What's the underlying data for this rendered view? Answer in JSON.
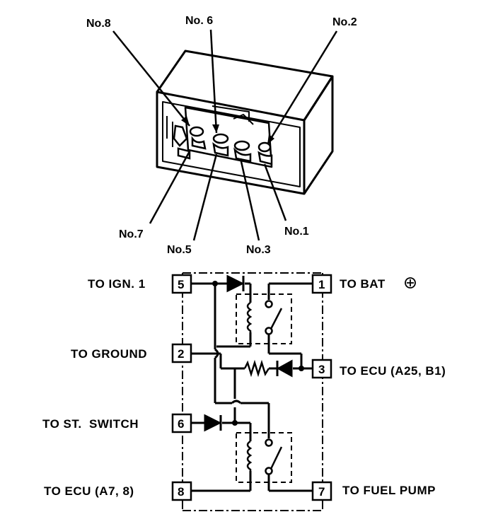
{
  "callouts": {
    "no8": "No.8",
    "no6": "No. 6",
    "no2": "No.2",
    "no7": "No.7",
    "no5": "No.5",
    "no3": "No.3",
    "no1": "No.1"
  },
  "pins": {
    "p5": "5",
    "p1": "1",
    "p2": "2",
    "p3": "3",
    "p6": "6",
    "p8": "8",
    "p7": "7"
  },
  "labels": {
    "ign": "TO IGN. 1",
    "bat": "TO BAT",
    "ground": "TO GROUND",
    "ecu_a25": "TO ECU (A25, B1)",
    "st_switch": "TO ST.  SWITCH",
    "ecu_a7": "TO ECU (A7, 8)",
    "fuel_pump": "TO FUEL PUMP"
  },
  "colors": {
    "ink": "#000000",
    "paper": "#ffffff"
  },
  "icons": [
    "plus-circle-icon",
    "diode-icon",
    "resistor-icon",
    "relay-coil-icon",
    "relay-switch-icon"
  ]
}
